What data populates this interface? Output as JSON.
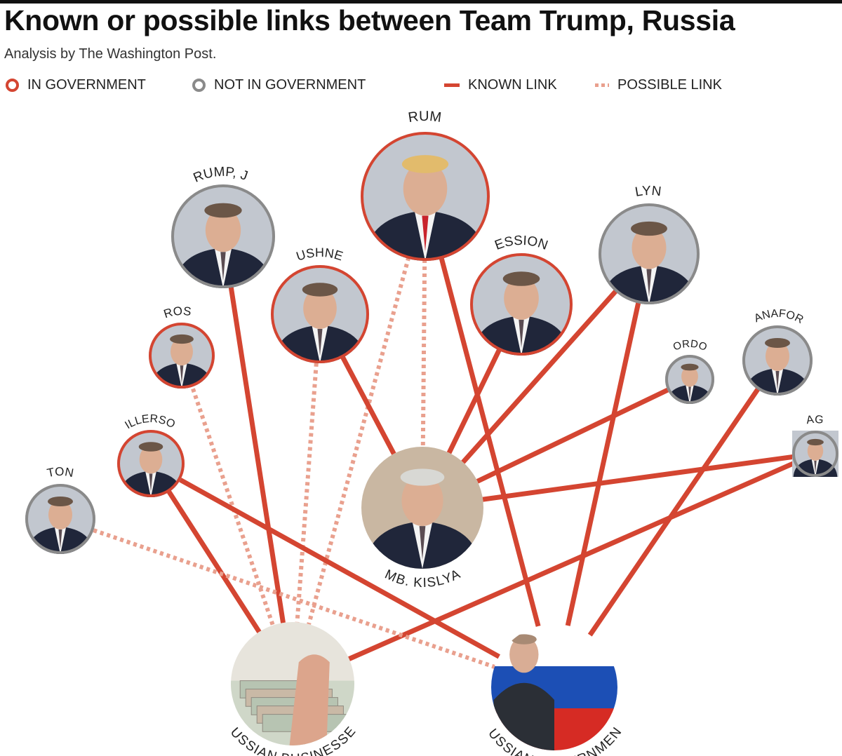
{
  "header": {
    "title": "Known or possible links between Team Trump, Russia",
    "subtitle": "Analysis by The Washington Post."
  },
  "legend": {
    "in_government": "IN GOVERNMENT",
    "not_in_government": "NOT IN GOVERNMENT",
    "known_link": "KNOWN LINK",
    "possible_link": "POSSIBLE LINK"
  },
  "colors": {
    "in_government": "#d44531",
    "not_in_government": "#8a8a8a",
    "known_link": "#d44531",
    "possible_link": "#e9a08e",
    "russia_white": "#ffffff",
    "russia_blue": "#1c4fb5",
    "russia_red": "#d62b24"
  },
  "nodes": [
    {
      "id": "trump",
      "label": "TRUMP",
      "group": "in_government"
    },
    {
      "id": "trump_jr",
      "label": "TRUMP, JR.",
      "group": "not_in_government"
    },
    {
      "id": "kushner",
      "label": "KUSHNER",
      "group": "in_government"
    },
    {
      "id": "sessions",
      "label": "SESSIONS",
      "group": "in_government"
    },
    {
      "id": "flynn",
      "label": "FLYNN",
      "group": "not_in_government"
    },
    {
      "id": "ross",
      "label": "ROSS",
      "group": "in_government"
    },
    {
      "id": "gordon",
      "label": "GORDON",
      "group": "not_in_government"
    },
    {
      "id": "manafort",
      "label": "MANAFORT",
      "group": "not_in_government"
    },
    {
      "id": "tillerson",
      "label": "TILLERSON",
      "group": "in_government"
    },
    {
      "id": "page",
      "label": "PAGE",
      "group": "not_in_government"
    },
    {
      "id": "stone",
      "label": "STONE",
      "group": "not_in_government"
    },
    {
      "id": "kislyak",
      "label": "AMB. KISLYAK",
      "group": "russia"
    },
    {
      "id": "russian_businesses",
      "label": "RUSSIAN BUSINESSES",
      "group": "russia"
    },
    {
      "id": "russian_government",
      "label": "RUSSIAN GOVERNMENT",
      "group": "russia"
    }
  ],
  "links": [
    {
      "from": "trump",
      "to": "russian_government",
      "type": "known"
    },
    {
      "from": "trump",
      "to": "russian_businesses",
      "type": "possible"
    },
    {
      "from": "trump",
      "to": "kislyak",
      "type": "possible"
    },
    {
      "from": "trump_jr",
      "to": "russian_businesses",
      "type": "known"
    },
    {
      "from": "kushner",
      "to": "kislyak",
      "type": "known"
    },
    {
      "from": "kushner",
      "to": "russian_businesses",
      "type": "possible"
    },
    {
      "from": "sessions",
      "to": "kislyak",
      "type": "known"
    },
    {
      "from": "flynn",
      "to": "kislyak",
      "type": "known"
    },
    {
      "from": "flynn",
      "to": "russian_government",
      "type": "known"
    },
    {
      "from": "ross",
      "to": "russian_businesses",
      "type": "possible"
    },
    {
      "from": "gordon",
      "to": "kislyak",
      "type": "known"
    },
    {
      "from": "manafort",
      "to": "russian_government",
      "type": "known"
    },
    {
      "from": "tillerson",
      "to": "russian_businesses",
      "type": "known"
    },
    {
      "from": "tillerson",
      "to": "russian_government",
      "type": "known"
    },
    {
      "from": "page",
      "to": "kislyak",
      "type": "known"
    },
    {
      "from": "page",
      "to": "russian_businesses",
      "type": "known"
    },
    {
      "from": "stone",
      "to": "russian_government",
      "type": "possible"
    }
  ]
}
